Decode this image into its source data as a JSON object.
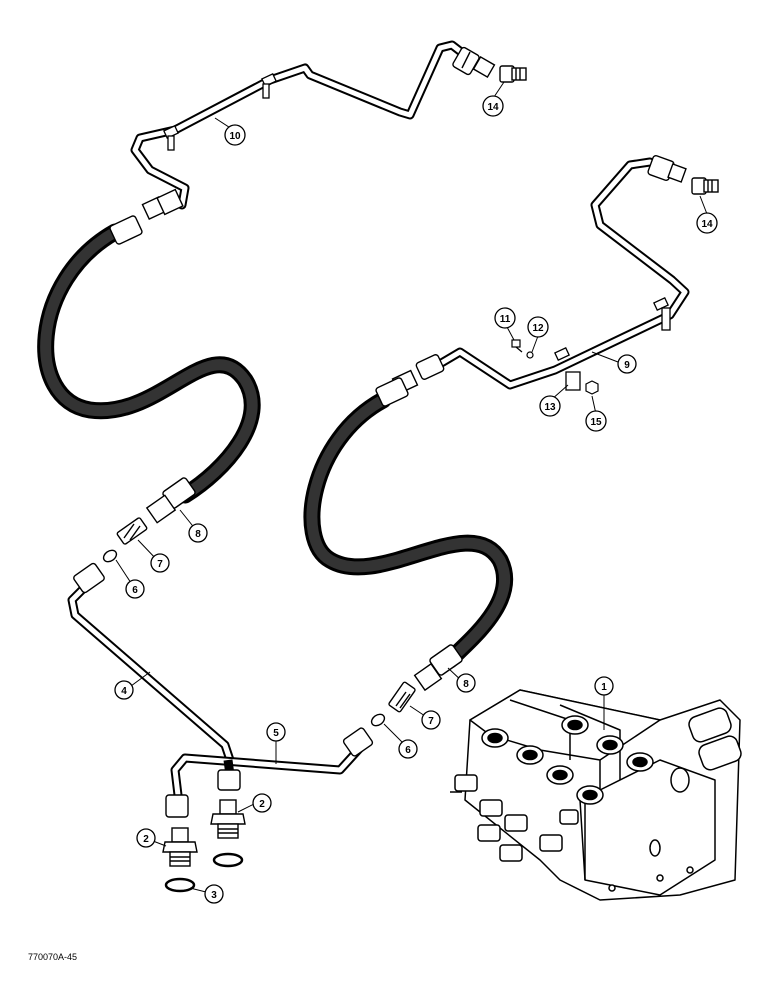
{
  "figure": {
    "reference": "770070A-45"
  },
  "callouts": [
    {
      "id": "c1",
      "label": "1"
    },
    {
      "id": "c2a",
      "label": "2"
    },
    {
      "id": "c2b",
      "label": "2"
    },
    {
      "id": "c3",
      "label": "3"
    },
    {
      "id": "c4",
      "label": "4"
    },
    {
      "id": "c5",
      "label": "5"
    },
    {
      "id": "c6a",
      "label": "6"
    },
    {
      "id": "c6b",
      "label": "6"
    },
    {
      "id": "c7a",
      "label": "7"
    },
    {
      "id": "c7b",
      "label": "7"
    },
    {
      "id": "c8a",
      "label": "8"
    },
    {
      "id": "c8b",
      "label": "8"
    },
    {
      "id": "c9",
      "label": "9"
    },
    {
      "id": "c10",
      "label": "10"
    },
    {
      "id": "c11",
      "label": "11"
    },
    {
      "id": "c12",
      "label": "12"
    },
    {
      "id": "c13",
      "label": "13"
    },
    {
      "id": "c14a",
      "label": "14"
    },
    {
      "id": "c14b",
      "label": "14"
    },
    {
      "id": "c15",
      "label": "15"
    }
  ],
  "colors": {
    "ink": "#000000",
    "paper": "#ffffff",
    "hose": "#1a1a1a"
  }
}
